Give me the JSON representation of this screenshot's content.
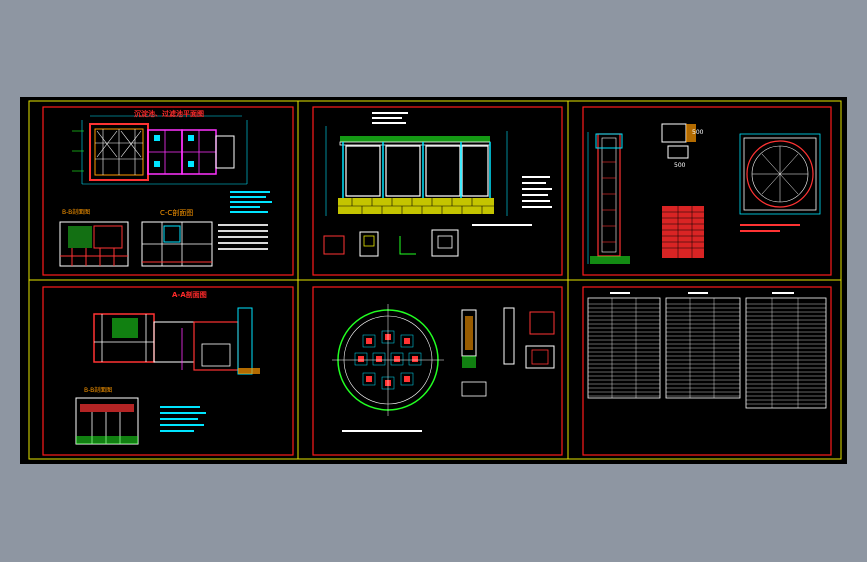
{
  "colors": {
    "background": "#8e96a2",
    "canvas": "#000000",
    "sheet_border": "#ff1a1a",
    "grid_line": "#e6e600",
    "title_red": "#ff2a2a",
    "line_white": "#ffffff",
    "line_cyan": "#00e5ff",
    "line_green": "#22ff22",
    "line_magenta": "#ff33ff",
    "line_yellow": "#ffff33",
    "line_orange": "#ff9900"
  },
  "sheets": {
    "s1": {
      "title": "沉淀池、过滤池平面图",
      "section_bb": "B-B剖面图",
      "section_cc": "C-C剖面图"
    },
    "s2": {},
    "s3": {
      "dim_top": "500",
      "dim_bottom": "500"
    },
    "s4": {
      "section_aa": "A-A剖面图",
      "section_bb": "B-B剖面图"
    },
    "s5": {},
    "s6": {}
  }
}
